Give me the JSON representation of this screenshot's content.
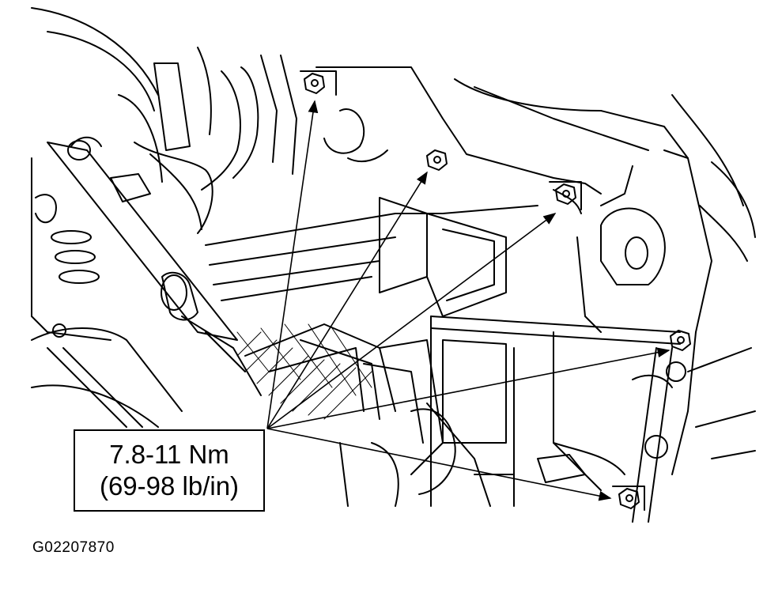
{
  "torque_callout": {
    "metric": "7.8-11 Nm",
    "imperial": "(69-98 lb/in)"
  },
  "figure_id": "G02207870",
  "fasteners": [
    "bolt",
    "bolt",
    "bolt",
    "bolt",
    "bolt"
  ],
  "colors": {
    "line": "#000000",
    "background": "#ffffff"
  }
}
